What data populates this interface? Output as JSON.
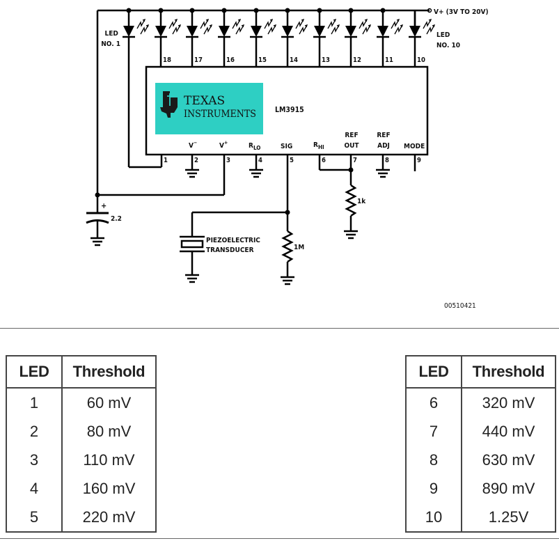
{
  "schematic": {
    "supply_label": "V+ (3V TO 20V)",
    "led_first_label": [
      "LED",
      "NO. 1"
    ],
    "led_last_label": [
      "LED",
      "NO. 10"
    ],
    "top_pins": [
      "18",
      "17",
      "16",
      "15",
      "14",
      "13",
      "12",
      "11",
      "10"
    ],
    "chip_name": "LM3915",
    "logo_text": [
      "TEXAS",
      "INSTRUMENTS"
    ],
    "logo_color": "#2ecfc3",
    "bottom_pins": [
      {
        "pin": "1",
        "label": ""
      },
      {
        "pin": "2",
        "label": "V−"
      },
      {
        "pin": "3",
        "label": "V+"
      },
      {
        "pin": "4",
        "label": "RLO"
      },
      {
        "pin": "5",
        "label": "SIG"
      },
      {
        "pin": "6",
        "label": "RHI"
      },
      {
        "pin": "7",
        "label": "REF OUT"
      },
      {
        "pin": "8",
        "label": "REF ADJ"
      },
      {
        "pin": "9",
        "label": "MODE"
      }
    ],
    "capacitor_value": "2.2",
    "capacitor_polarity": "+",
    "transducer_label": [
      "PIEZOELECTRIC",
      "TRANSDUCER"
    ],
    "resistor_1M": "1M",
    "resistor_1k": "1k",
    "figure_code": "00510421"
  },
  "tables": {
    "header_led": "LED",
    "header_threshold": "Threshold",
    "left": [
      {
        "led": "1",
        "threshold": "60 mV"
      },
      {
        "led": "2",
        "threshold": "80 mV"
      },
      {
        "led": "3",
        "threshold": "110 mV"
      },
      {
        "led": "4",
        "threshold": "160 mV"
      },
      {
        "led": "5",
        "threshold": "220 mV"
      }
    ],
    "right": [
      {
        "led": "6",
        "threshold": "320 mV"
      },
      {
        "led": "7",
        "threshold": "440 mV"
      },
      {
        "led": "8",
        "threshold": "630 mV"
      },
      {
        "led": "9",
        "threshold": "890 mV"
      },
      {
        "led": "10",
        "threshold": "1.25V"
      }
    ]
  }
}
